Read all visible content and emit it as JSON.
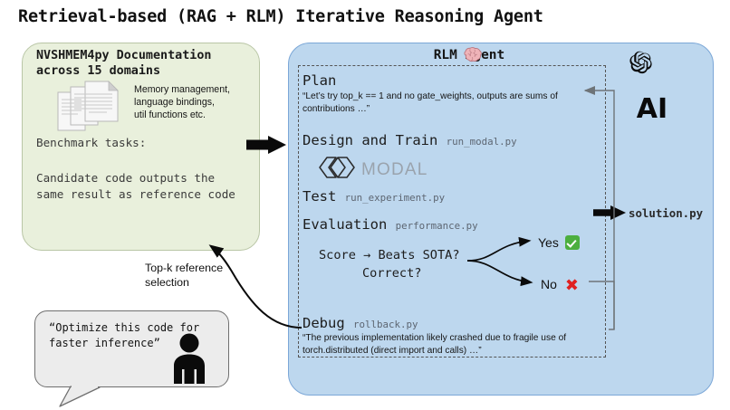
{
  "title": "Retrieval-based (RAG + RLM) Iterative Reasoning Agent",
  "docs_panel": {
    "heading_line1": "NVSHMEM4py Documentation",
    "heading_line2": "across 15 domains",
    "icon": "documents-stack-icon",
    "side_line1": "Memory management,",
    "side_line2": "language bindings,",
    "side_line3": "util functions etc.",
    "benchmark_label": "Benchmark tasks:",
    "task_text": "Candidate code outputs the same result as reference code"
  },
  "agent_panel": {
    "title": "RLM Agent",
    "brain_icon": "brain-icon",
    "steps": {
      "plan": {
        "label": "Plan",
        "quote": "“Let’s try top_k == 1 and no gate_weights, outputs are sums of contributions …”"
      },
      "design": {
        "label": "Design and Train",
        "file": "run_modal.py",
        "logo": "MODAL"
      },
      "test": {
        "label": "Test",
        "file": "run_experiment.py"
      },
      "evaluation": {
        "label": "Evaluation",
        "file": "performance.py",
        "criteria_line1": "Score → Beats SOTA?",
        "criteria_line2": "Correct?",
        "yes_label": "Yes",
        "yes_icon": "green-check-icon",
        "no_label": "No",
        "no_icon": "red-x-icon"
      },
      "debug": {
        "label": "Debug",
        "file": "rollback.py",
        "quote": "“The previous implementation likely crashed due to fragile use of torch.distributed (direct import and calls) …”"
      }
    },
    "output_file": "solution.py",
    "provider_logo": "openai-logo-icon",
    "provider_wordmark": "AI"
  },
  "annotations": {
    "topk_line1": "Top-k reference",
    "topk_line2": "selection"
  },
  "user_bubble": {
    "text_line1": "“Optimize this code for",
    "text_line2": "faster inference”",
    "avatar": "person-icon"
  },
  "colors": {
    "green_panel": "#e9f0dc",
    "green_border": "#b9c6a6",
    "blue_panel": "#bdd7ee",
    "blue_border": "#7ba7d7",
    "bubble": "#ececec",
    "check_green": "#4caf3f",
    "x_red": "#e02020",
    "file_gray": "#5d6672"
  }
}
